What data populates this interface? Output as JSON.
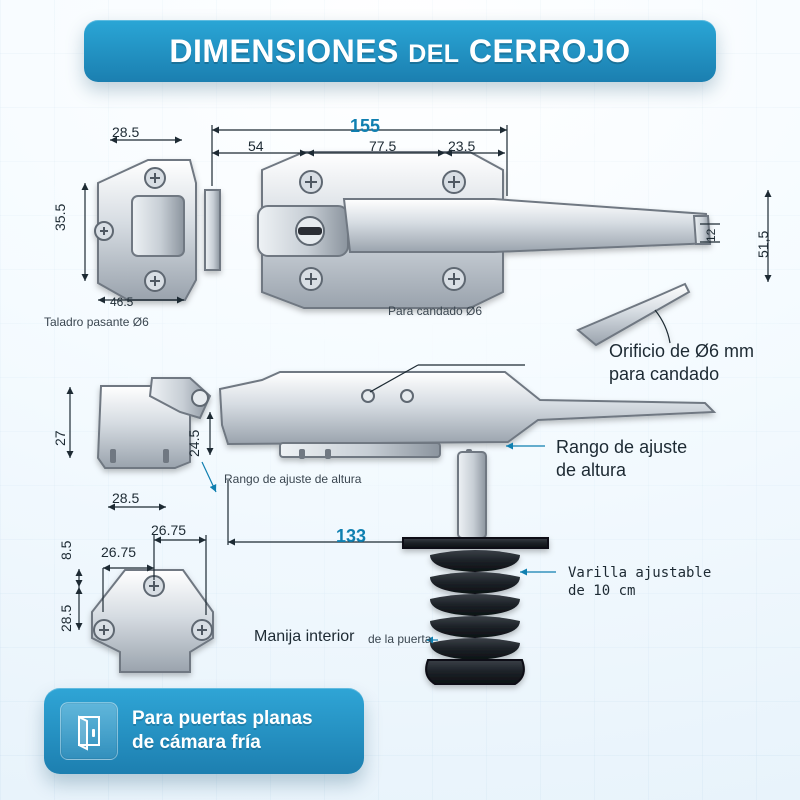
{
  "header": {
    "title_main": "DIMENSIONES",
    "title_small": "DEL",
    "title_end": "CERROJO"
  },
  "top_view": {
    "dims": {
      "overall": "155",
      "a": "28.5",
      "b": "54",
      "c": "77.5",
      "d": "23.5",
      "left_height": "35.5",
      "right_height": "51,5",
      "small": "12",
      "bottom_left": "46.5"
    },
    "labels": {
      "drill_hole": "Taladro pasante Ø6",
      "padlock": "Para candado Ø6"
    }
  },
  "side_view": {
    "dims": {
      "left_height": "27",
      "adjust_height": "24.5",
      "bottom_left": "28.5",
      "length": "133"
    },
    "labels": {
      "height_adjust": "Rango de ajuste de altura",
      "adjust_range": "Rango de ajuste\nde altura",
      "padlock_hole": "Orificio de Ø6 mm\npara candado"
    }
  },
  "bottom_left_view": {
    "dims": {
      "top_small": "8.5",
      "left_width": "26.75",
      "right_width": "26.75",
      "bottom_left": "28.5"
    }
  },
  "inner_handle": {
    "labels": {
      "rod": "Varilla ajustable\nde 10 cm",
      "handle_main": "Manija interior",
      "handle_small": "de la puerta"
    }
  },
  "badge": {
    "line1": "Para puertas planas",
    "line2": "de cámara fría"
  }
}
